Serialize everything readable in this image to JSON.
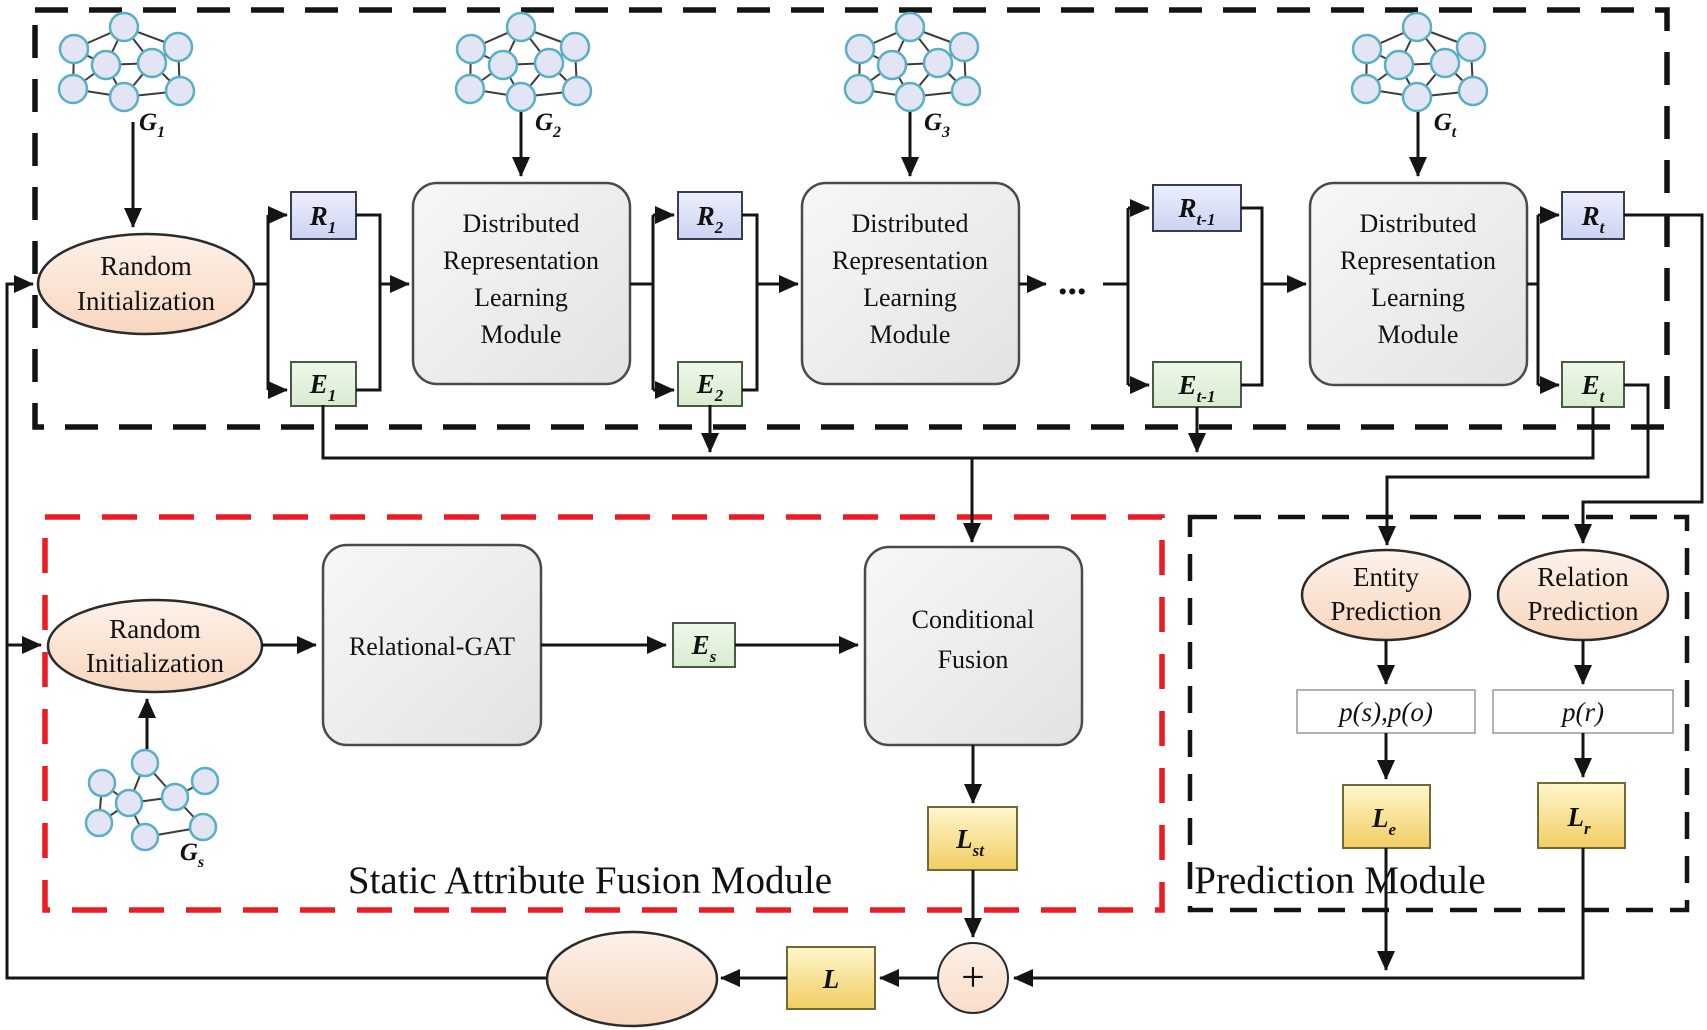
{
  "colors": {
    "connector": "#141414",
    "red_dash": "#ec1c24",
    "node_fill": "#e3e4f4",
    "node_border": "#57b0c4",
    "relation_box": "#dfe3f8",
    "entity_box": "#e8f4e2",
    "loss_box": "#f6d977",
    "ellipse_fill": "#f9ddc8",
    "module_fill": "#ededed"
  },
  "temporal_section": {
    "graphs": [
      {
        "main": "G",
        "sub": "1"
      },
      {
        "main": "G",
        "sub": "2"
      },
      {
        "main": "G",
        "sub": "3"
      },
      {
        "main": "G",
        "sub": "t"
      }
    ],
    "random_init": {
      "line1": "Random",
      "line2": "Initialization"
    },
    "drl_lines": [
      "Distributed",
      "Representation",
      "Learning",
      "Module"
    ],
    "r_labels": [
      {
        "main": "R",
        "sub": "1"
      },
      {
        "main": "R",
        "sub": "2"
      },
      {
        "main": "R",
        "sub": "t-1"
      },
      {
        "main": "R",
        "sub": "t"
      }
    ],
    "e_labels": [
      {
        "main": "E",
        "sub": "1"
      },
      {
        "main": "E",
        "sub": "2"
      },
      {
        "main": "E",
        "sub": "t-1"
      },
      {
        "main": "E",
        "sub": "t"
      }
    ],
    "ellipsis": "..."
  },
  "static_fusion": {
    "title": "Static Attribute Fusion Module",
    "random_init": {
      "line1": "Random",
      "line2": "Initialization"
    },
    "graph_label": {
      "main": "G",
      "sub": "s"
    },
    "rgat_label": "Relational-GAT",
    "es_label": {
      "main": "E",
      "sub": "s"
    },
    "cf_lines": [
      "Conditional",
      "Fusion"
    ],
    "lst_label": {
      "main": "L",
      "sub": "st"
    }
  },
  "prediction": {
    "title": "Prediction Module",
    "entity_lines": [
      "Entity",
      "Prediction"
    ],
    "relation_lines": [
      "Relation",
      "Prediction"
    ],
    "p_entity": "p(s),p(o)",
    "p_relation": "p(r)",
    "le_label": {
      "main": "L",
      "sub": "e"
    },
    "lr_label": {
      "main": "L",
      "sub": "r"
    }
  },
  "loss": {
    "total": {
      "main": "L",
      "sub": ""
    },
    "plus": "+"
  }
}
